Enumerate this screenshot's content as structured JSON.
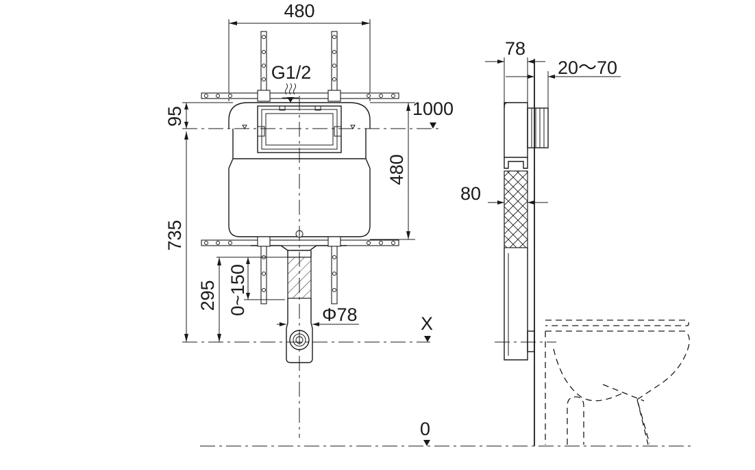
{
  "dimensions": {
    "frame_width": "480",
    "water_inlet": "G1/2",
    "top_offset": "95",
    "tank_height": "480",
    "inlet_height": "1000",
    "total_height": "735",
    "outlet_height": "295",
    "adjust_range": "0~150",
    "pipe_diameter": "Φ78",
    "depth": "78",
    "wall_adjust": "20～70",
    "side_depth": "80",
    "axis_x": "X",
    "floor_level": "0"
  }
}
